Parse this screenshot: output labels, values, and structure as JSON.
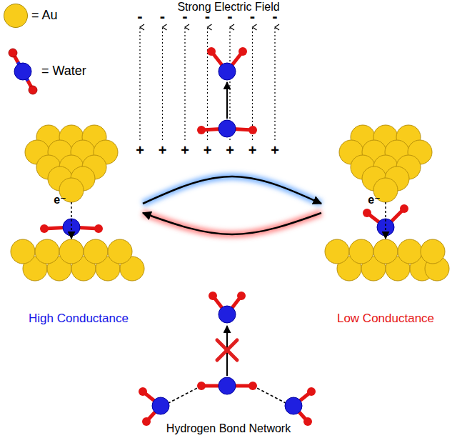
{
  "diagram": {
    "nodes": [
      {
        "text": [
          "High Conductance"
        ]
      },
      {
        "text": [
          "Low Conductance"
        ]
      }
    ],
    "edges": [
      {
        "from": 0,
        "to": 1,
        "arrow": "to"
      },
      {
        "from": 1,
        "to": 0,
        "arrow": "to"
      }
    ],
    "labels": [
      "Strong Electric Field",
      "-",
      "-",
      "-",
      "-",
      "-",
      "-",
      "-",
      "+",
      "+",
      "+",
      "+",
      "+",
      "+",
      "+",
      "e⁻",
      "e⁻",
      "Hydrogen Bond Network"
    ],
    "legend": [
      {
        "text": "= Au",
        "color": "#F8CC1B"
      },
      {
        "text": "= Water"
      }
    ]
  }
}
